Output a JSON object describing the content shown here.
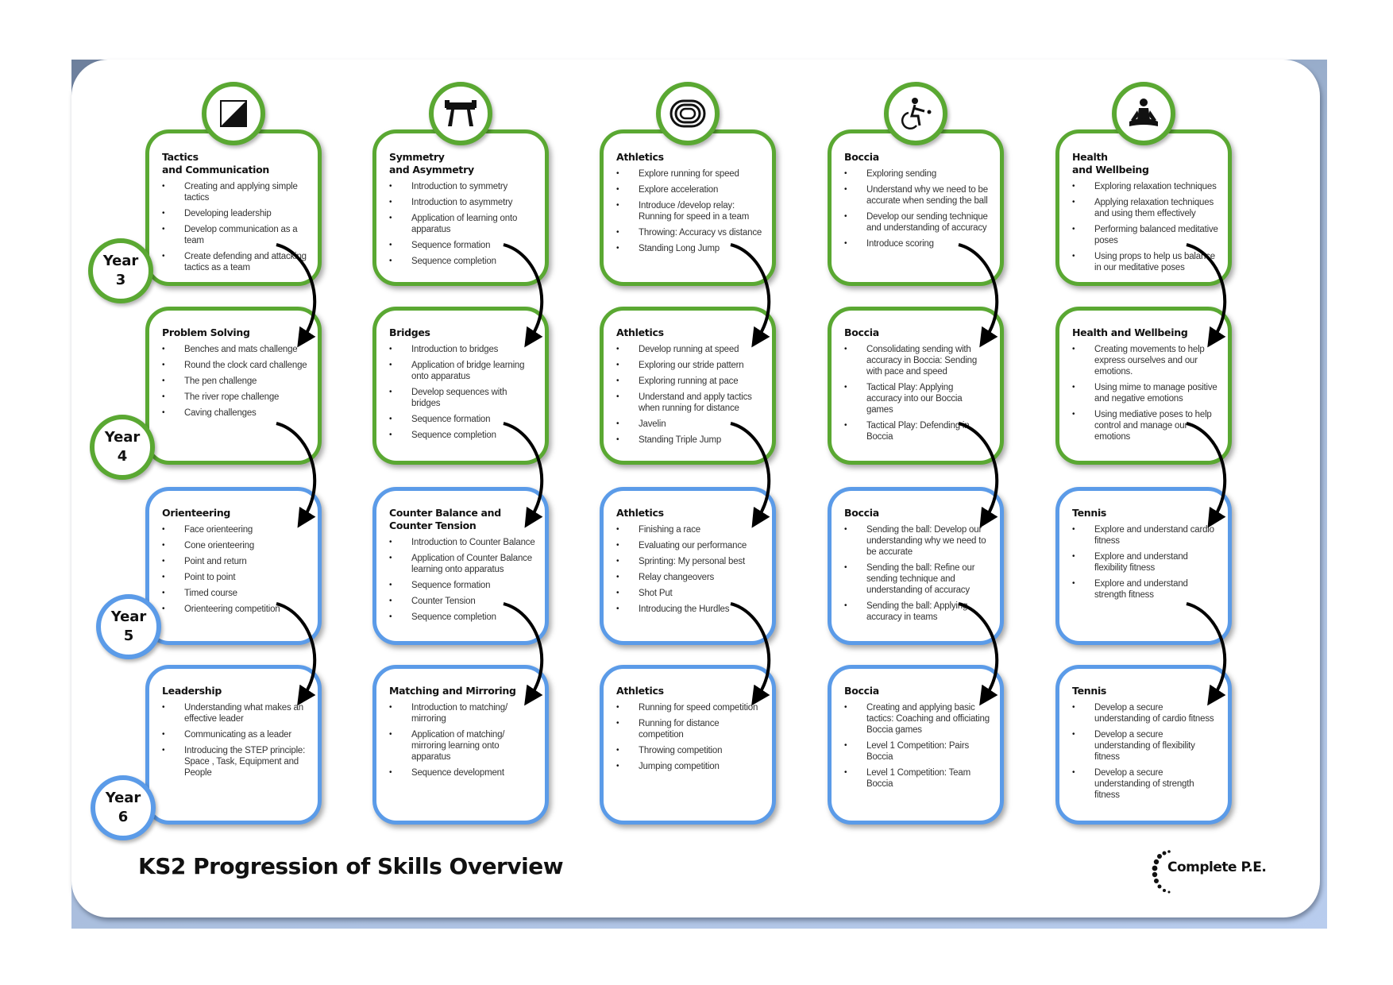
{
  "title": "KS2 Progression of Skills Overview",
  "logo": {
    "text": "Complete P.E."
  },
  "colors": {
    "lower_years": "#5aa832",
    "upper_years": "#5b9be8"
  },
  "years": [
    {
      "label": "Year",
      "number": "3"
    },
    {
      "label": "Year",
      "number": "4"
    },
    {
      "label": "Year",
      "number": "5"
    },
    {
      "label": "Year",
      "number": "6"
    }
  ],
  "columns": [
    {
      "icon": "tactics-icon",
      "cards": [
        {
          "title": "Tactics\nand Communication",
          "items": [
            "Creating and applying simple tactics",
            "Developing leadership",
            "Develop communication as a team",
            "Create defending and attacking tactics as a team"
          ]
        },
        {
          "title": "Problem Solving",
          "items": [
            "Benches and  mats challenge",
            "Round the clock card challenge",
            "The pen challenge",
            "The river rope challenge",
            "Caving challenges"
          ]
        },
        {
          "title": "Orienteering",
          "items": [
            "Face orienteering",
            "Cone orienteering",
            "Point and return",
            "Point to point",
            "Timed course",
            "Orienteering competition"
          ]
        },
        {
          "title": "Leadership",
          "items": [
            "Understanding what makes an effective leader",
            "Communicating as a leader",
            "Introducing the STEP principle: Space , Task, Equipment and People"
          ]
        }
      ]
    },
    {
      "icon": "gymnastics-horse-icon",
      "cards": [
        {
          "title": "Symmetry\nand Asymmetry",
          "items": [
            "Introduction to symmetry",
            "Introduction to asymmetry",
            "Application of learning onto apparatus",
            "Sequence formation",
            "Sequence completion"
          ]
        },
        {
          "title": "Bridges",
          "items": [
            "Introduction to bridges",
            "Application of bridge learning onto apparatus",
            "Develop sequences with bridges",
            "Sequence formation",
            "Sequence completion"
          ]
        },
        {
          "title": "Counter Balance and\nCounter Tension",
          "items": [
            "Introduction to Counter Balance",
            "Application of Counter Balance learning onto apparatus",
            "Sequence formation",
            "Counter Tension",
            "Sequence completion"
          ]
        },
        {
          "title": "Matching and Mirroring",
          "items": [
            "Introduction to matching/ mirroring",
            "Application of matching/ mirroring learning onto apparatus",
            "Sequence development"
          ]
        }
      ]
    },
    {
      "icon": "running-track-icon",
      "cards": [
        {
          "title": "Athletics",
          "items": [
            "Explore running for speed",
            "Explore acceleration",
            "Introduce /develop relay: Running for speed in a team",
            "Throwing: Accuracy vs distance",
            "Standing Long Jump"
          ]
        },
        {
          "title": "Athletics",
          "items": [
            "Develop running at speed",
            "Exploring our stride pattern",
            "Exploring running at pace",
            "Understand and apply tactics when running for distance",
            "Javelin",
            "Standing Triple Jump"
          ]
        },
        {
          "title": "Athletics",
          "items": [
            "Finishing a race",
            "Evaluating our performance",
            "Sprinting: My personal best",
            "Relay changeovers",
            "Shot Put",
            "Introducing the Hurdles"
          ]
        },
        {
          "title": "Athletics",
          "items": [
            "Running for speed competition",
            "Running for distance competition",
            "Throwing competition",
            "Jumping competition"
          ]
        }
      ]
    },
    {
      "icon": "boccia-icon",
      "cards": [
        {
          "title": "Boccia",
          "items": [
            "Exploring sending",
            "Understand why we need to be accurate when sending the ball",
            "Develop our sending technique and understanding of accuracy",
            "Introduce scoring"
          ]
        },
        {
          "title": "Boccia",
          "items": [
            "Consolidating sending with accuracy in Boccia: Sending with pace and speed",
            "Tactical Play: Applying accuracy into our Boccia games",
            "Tactical Play: Defending in Boccia"
          ]
        },
        {
          "title": "Boccia",
          "items": [
            "Sending the ball: Develop our understanding why we need to be accurate",
            "Sending the ball: Refine our sending technique and understanding of accuracy",
            "Sending the ball: Applying accuracy in teams"
          ]
        },
        {
          "title": "Boccia",
          "items": [
            "Creating and applying basic tactics: Coaching and officiating Boccia games",
            "Level 1 Competition: Pairs Boccia",
            "Level 1 Competition: Team Boccia"
          ]
        }
      ]
    },
    {
      "icon": "meditation-icon",
      "cards": [
        {
          "title": "Health\nand Wellbeing",
          "items": [
            "Exploring relaxation techniques",
            "Applying relaxation techniques and using them effectively",
            "Performing balanced meditative poses",
            "Using props to help us balance in our meditative poses"
          ]
        },
        {
          "title": "Health and Wellbeing",
          "items": [
            "Creating movements to help express ourselves and our emotions.",
            "Using mime to manage positive and negative emotions",
            "Using mediative poses to help control and manage our emotions"
          ]
        },
        {
          "title": "Tennis",
          "items": [
            "Explore  and understand cardio fitness",
            "Explore and understand flexibility fitness",
            "Explore and understand strength fitness"
          ]
        },
        {
          "title": "Tennis",
          "items": [
            "Develop a secure understanding of cardio fitness",
            "Develop a secure understanding of flexibility fitness",
            "Develop a secure understanding of strength fitness"
          ]
        }
      ]
    }
  ]
}
